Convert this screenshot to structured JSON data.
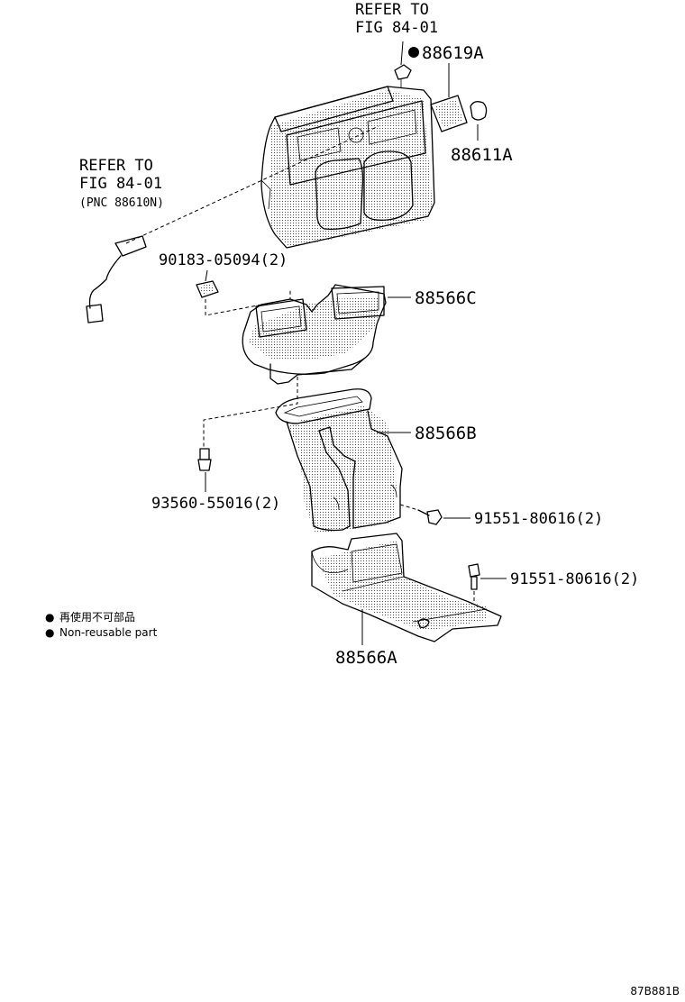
{
  "callouts": {
    "refer_top_line1": "REFER TO",
    "refer_top_line2": "FIG 84-01",
    "p88619a": "88619A",
    "p88611a": "88611A",
    "refer_left_line1": "REFER TO",
    "refer_left_line2": "FIG 84-01",
    "refer_left_line3": "(PNC 88610N)",
    "p90183": "90183-05094(2)",
    "p88566c": "88566C",
    "p88566b": "88566B",
    "p93560": "93560-55016(2)",
    "p91551_a": "91551-80616(2)",
    "p91551_b": "91551-80616(2)",
    "p88566a": "88566A"
  },
  "legend": {
    "bullet_symbol": "●",
    "line1": "再使用不可部品",
    "line2": "Non-reusable part"
  },
  "figure_code": "87B881B"
}
